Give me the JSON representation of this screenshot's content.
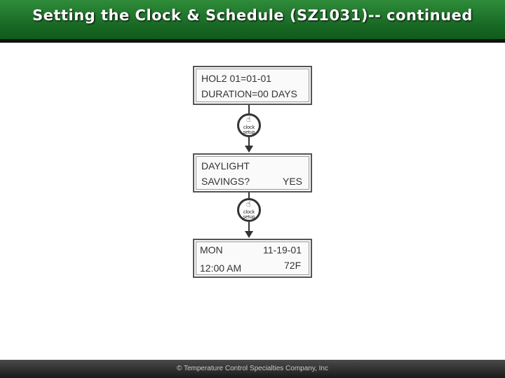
{
  "header": {
    "title": "Setting the Clock & Schedule (SZ1031)-- continued"
  },
  "screens": [
    {
      "line1_left": "HOL2   01=01-01",
      "line1_right": "",
      "line2_left": "DURATION=00 DAYS",
      "line2_right": ""
    },
    {
      "line1_left": "DAYLIGHT",
      "line1_right": "",
      "line2_left": "SAVINGS?",
      "line2_right": "YES"
    },
    {
      "line1_left": "MON",
      "line1_right": "11-19-01",
      "line2_left": "12:00 AM",
      "line2_right": "72F"
    }
  ],
  "buttons": [
    {
      "line1": "clock",
      "line2": "setup",
      "icon": "pointing-hand-icon"
    },
    {
      "line1": "clock",
      "line2": "setup",
      "icon": "pointing-hand-icon"
    }
  ],
  "footer": {
    "text": "© Temperature Control Specialties Company, Inc"
  }
}
